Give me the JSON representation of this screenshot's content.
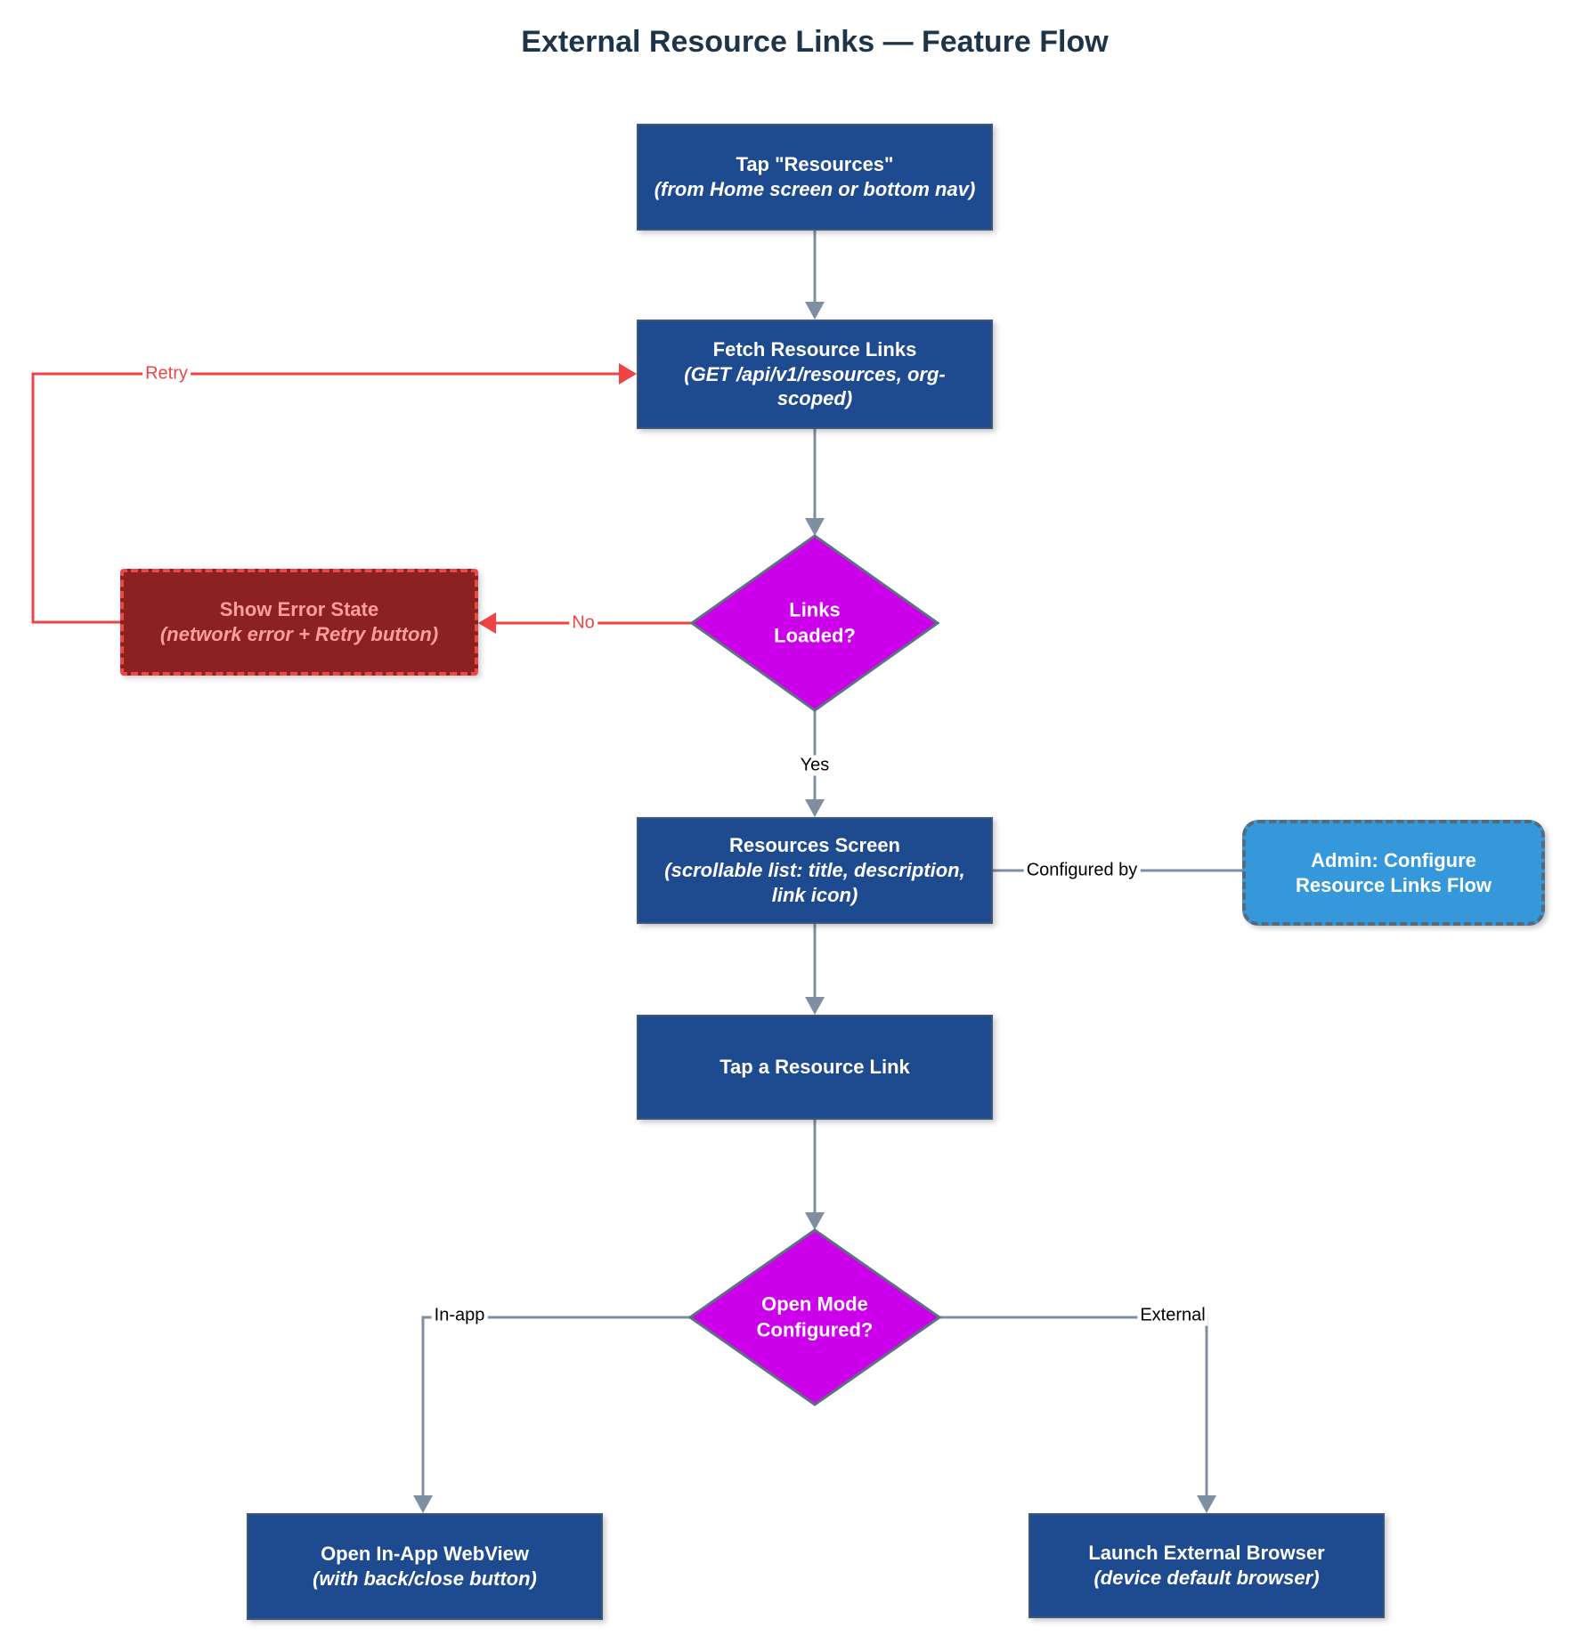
{
  "title": "External Resource Links — Feature Flow",
  "colors": {
    "node_blue": "#1e4a90",
    "node_blue_border": "#3d5878",
    "diamond_magenta": "#cc00ea",
    "diamond_stroke": "#5f7080",
    "error_fill": "#8c2121",
    "error_border": "#f04646",
    "error_text": "#ff9e9e",
    "admin_fill": "#3498db",
    "admin_border": "#5a6878",
    "connector_gray": "#7d8fa0",
    "connector_red": "#ef4444",
    "title_color": "#1d3449"
  },
  "nodes": {
    "tap_resources": {
      "line1": "Tap \"Resources\"",
      "line2": "(from Home screen or bottom nav)"
    },
    "fetch_links": {
      "line1": "Fetch Resource Links",
      "line2": "(GET /api/v1/resources, org-scoped)"
    },
    "links_loaded": {
      "label": "Links\nLoaded?"
    },
    "show_error": {
      "line1": "Show Error State",
      "line2": "(network error + Retry button)"
    },
    "resources_screen": {
      "line1": "Resources Screen",
      "line2": "(scrollable list: title, description, link icon)"
    },
    "admin_configure": {
      "label": "Admin: Configure\nResource Links Flow"
    },
    "tap_link": {
      "line1": "Tap a Resource Link"
    },
    "open_mode": {
      "label": "Open Mode\nConfigured?"
    },
    "webview": {
      "line1": "Open In-App WebView",
      "line2": "(with back/close button)"
    },
    "external_browser": {
      "line1": "Launch External Browser",
      "line2": "(device default browser)"
    }
  },
  "edge_labels": {
    "yes": "Yes",
    "no": "No",
    "retry": "Retry",
    "configured_by": "Configured by",
    "in_app": "In-app",
    "external": "External"
  }
}
